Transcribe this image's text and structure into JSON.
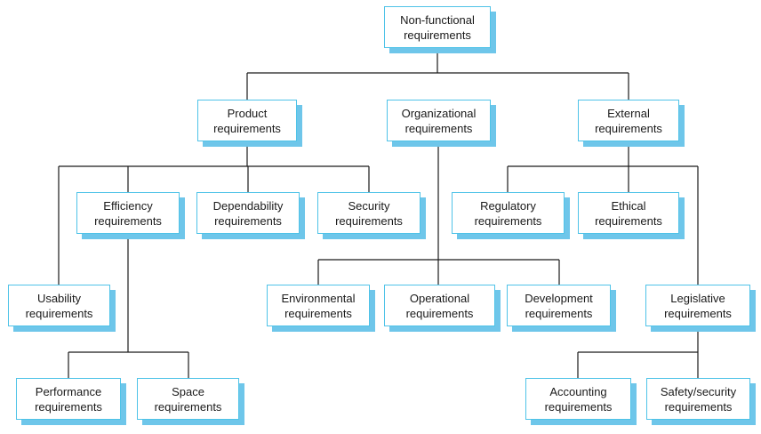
{
  "nodes": {
    "root": {
      "line1": "Non-functional",
      "line2": "requirements"
    },
    "prod": {
      "line1": "Product",
      "line2": "requirements"
    },
    "org": {
      "line1": "Organizational",
      "line2": "requirements"
    },
    "ext": {
      "line1": "External",
      "line2": "requirements"
    },
    "eff": {
      "line1": "Efficiency",
      "line2": "requirements"
    },
    "dep": {
      "line1": "Dependability",
      "line2": "requirements"
    },
    "sec": {
      "line1": "Security",
      "line2": "requirements"
    },
    "reg": {
      "line1": "Regulatory",
      "line2": "requirements"
    },
    "eth": {
      "line1": "Ethical",
      "line2": "requirements"
    },
    "use": {
      "line1": "Usability",
      "line2": "requirements"
    },
    "env": {
      "line1": "Environmental",
      "line2": "requirements"
    },
    "op": {
      "line1": "Operational",
      "line2": "requirements"
    },
    "dev": {
      "line1": "Development",
      "line2": "requirements"
    },
    "leg": {
      "line1": "Legislative",
      "line2": "requirements"
    },
    "perf": {
      "line1": "Performance",
      "line2": "requirements"
    },
    "space": {
      "line1": "Space",
      "line2": "requirements"
    },
    "acc": {
      "line1": "Accounting",
      "line2": "requirements"
    },
    "safe": {
      "line1": "Safety/security",
      "line2": "requirements"
    }
  },
  "edges": [
    [
      "root",
      "prod"
    ],
    [
      "root",
      "org"
    ],
    [
      "root",
      "ext"
    ],
    [
      "prod",
      "use"
    ],
    [
      "prod",
      "eff"
    ],
    [
      "prod",
      "dep"
    ],
    [
      "prod",
      "sec"
    ],
    [
      "eff",
      "perf"
    ],
    [
      "eff",
      "space"
    ],
    [
      "org",
      "env"
    ],
    [
      "org",
      "op"
    ],
    [
      "org",
      "dev"
    ],
    [
      "ext",
      "reg"
    ],
    [
      "ext",
      "eth"
    ],
    [
      "ext",
      "leg"
    ],
    [
      "leg",
      "acc"
    ],
    [
      "leg",
      "safe"
    ]
  ],
  "colors": {
    "border": "#4fc3e8",
    "shadow": "#6ec6ea",
    "line": "#1a1a1a"
  }
}
